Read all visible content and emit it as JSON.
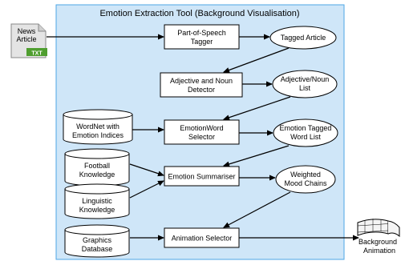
{
  "title": "Emotion Extraction Tool (Background Visualisation)",
  "colors": {
    "panel_fill": "#cfe6f8",
    "panel_stroke": "#4da6e6",
    "box_fill": "#ffffff",
    "stroke": "#000000",
    "file_fill": "#e4e4e4",
    "file_tag": "#4f9e2f"
  },
  "input_doc": {
    "label_line1": "News",
    "label_line2": "Article",
    "tag": "TXT",
    "icon": "document-icon"
  },
  "process_boxes": {
    "pos_tagger": {
      "line1": "Part-of-Speech",
      "line2": "Tagger"
    },
    "adj_noun_detector": {
      "line1": "Adjective and Noun",
      "line2": "Detector"
    },
    "emotionword_selector": {
      "line1": "EmotionWord",
      "line2": "Selector"
    },
    "emotion_summariser": {
      "line1": "Emotion Summariser"
    },
    "animation_selector": {
      "line1": "Animation Selector"
    }
  },
  "outputs": {
    "tagged_article": {
      "line1": "Tagged Article"
    },
    "adj_noun_list": {
      "line1": "Adjective/Noun",
      "line2": "List"
    },
    "emotion_tagged_list": {
      "line1": "Emotion Tagged",
      "line2": "Word List"
    },
    "weighted_mood_chains": {
      "line1": "Weighted",
      "line2": "Mood Chains"
    }
  },
  "databases": {
    "wordnet": {
      "line1": "WordNet with",
      "line2": "Emotion Indices"
    },
    "football": {
      "line1": "Football",
      "line2": "Knowledge"
    },
    "linguistic": {
      "line1": "Linguistic",
      "line2": "Knowledge"
    },
    "graphics": {
      "line1": "Graphics",
      "line2": "Database"
    }
  },
  "final_output": {
    "line1": "Background",
    "line2": "Animation",
    "icon": "film-strip-icon"
  }
}
